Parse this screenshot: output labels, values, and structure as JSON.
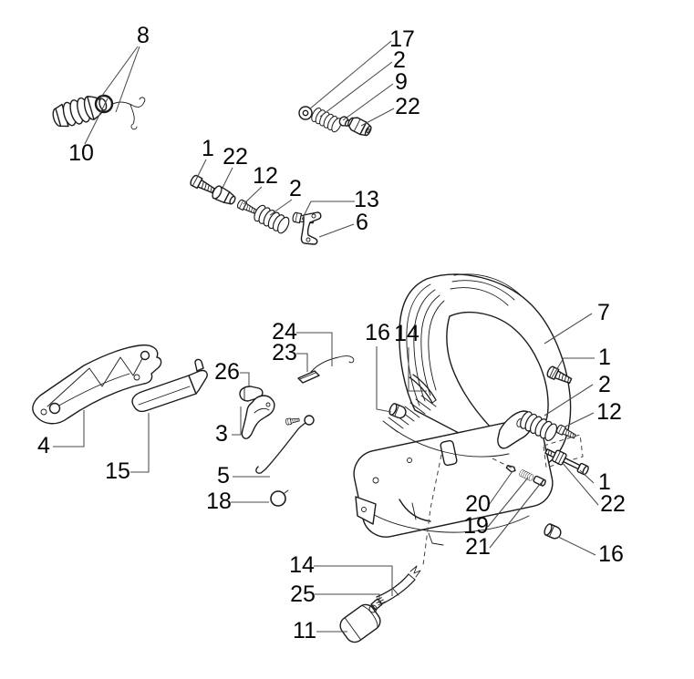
{
  "figure": {
    "kind": "exploded-parts-diagram",
    "background": "#ffffff",
    "ink": "#1b1b1b",
    "leader_color": "#4a4a4a"
  },
  "callouts": [
    {
      "text": "8"
    },
    {
      "text": "10"
    },
    {
      "text": "17"
    },
    {
      "text": "2"
    },
    {
      "text": "9"
    },
    {
      "text": "22"
    },
    {
      "text": "1"
    },
    {
      "text": "22"
    },
    {
      "text": "12"
    },
    {
      "text": "2"
    },
    {
      "text": "13"
    },
    {
      "text": "6"
    },
    {
      "text": "24"
    },
    {
      "text": "23"
    },
    {
      "text": "26"
    },
    {
      "text": "16"
    },
    {
      "text": "14"
    },
    {
      "text": "7"
    },
    {
      "text": "1"
    },
    {
      "text": "2"
    },
    {
      "text": "12"
    },
    {
      "text": "4"
    },
    {
      "text": "15"
    },
    {
      "text": "3"
    },
    {
      "text": "5"
    },
    {
      "text": "18"
    },
    {
      "text": "20"
    },
    {
      "text": "19"
    },
    {
      "text": "21"
    },
    {
      "text": "1"
    },
    {
      "text": "22"
    },
    {
      "text": "16"
    },
    {
      "text": "14"
    },
    {
      "text": "25"
    },
    {
      "text": "11"
    }
  ]
}
